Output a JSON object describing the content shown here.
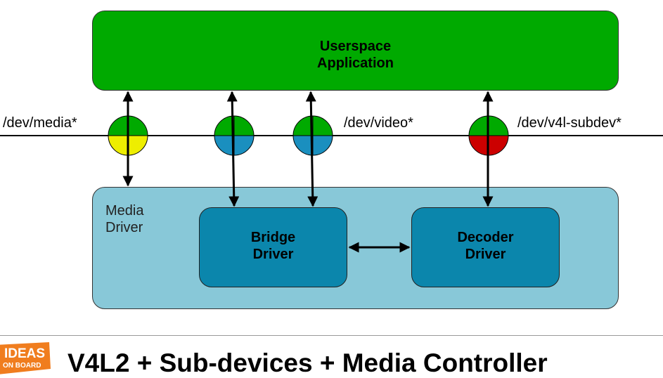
{
  "userspace": {
    "line1": "Userspace",
    "line2": "Application",
    "color": "#00aa00"
  },
  "media_driver": {
    "line1": "Media",
    "line2": "Driver",
    "color": "#88c8d8"
  },
  "bridge_driver": {
    "line1": "Bridge",
    "line2": "Driver",
    "color": "#0b86ac"
  },
  "decoder_driver": {
    "line1": "Decoder",
    "line2": "Driver",
    "color": "#0b86ac"
  },
  "interfaces": {
    "media": "/dev/media*",
    "video": "/dev/video*",
    "subdev": "/dev/v4l-subdev*"
  },
  "node_colors": {
    "top": "#00aa00",
    "media": "#eeee00",
    "video": "#1a8fbf",
    "subdev": "#cc0000"
  },
  "logo": {
    "line1": "IDEAS",
    "line2": "ON BOARD",
    "color": "#f07d1e"
  },
  "footer": {
    "title": "V4L2 + Sub-devices + Media Controller"
  }
}
